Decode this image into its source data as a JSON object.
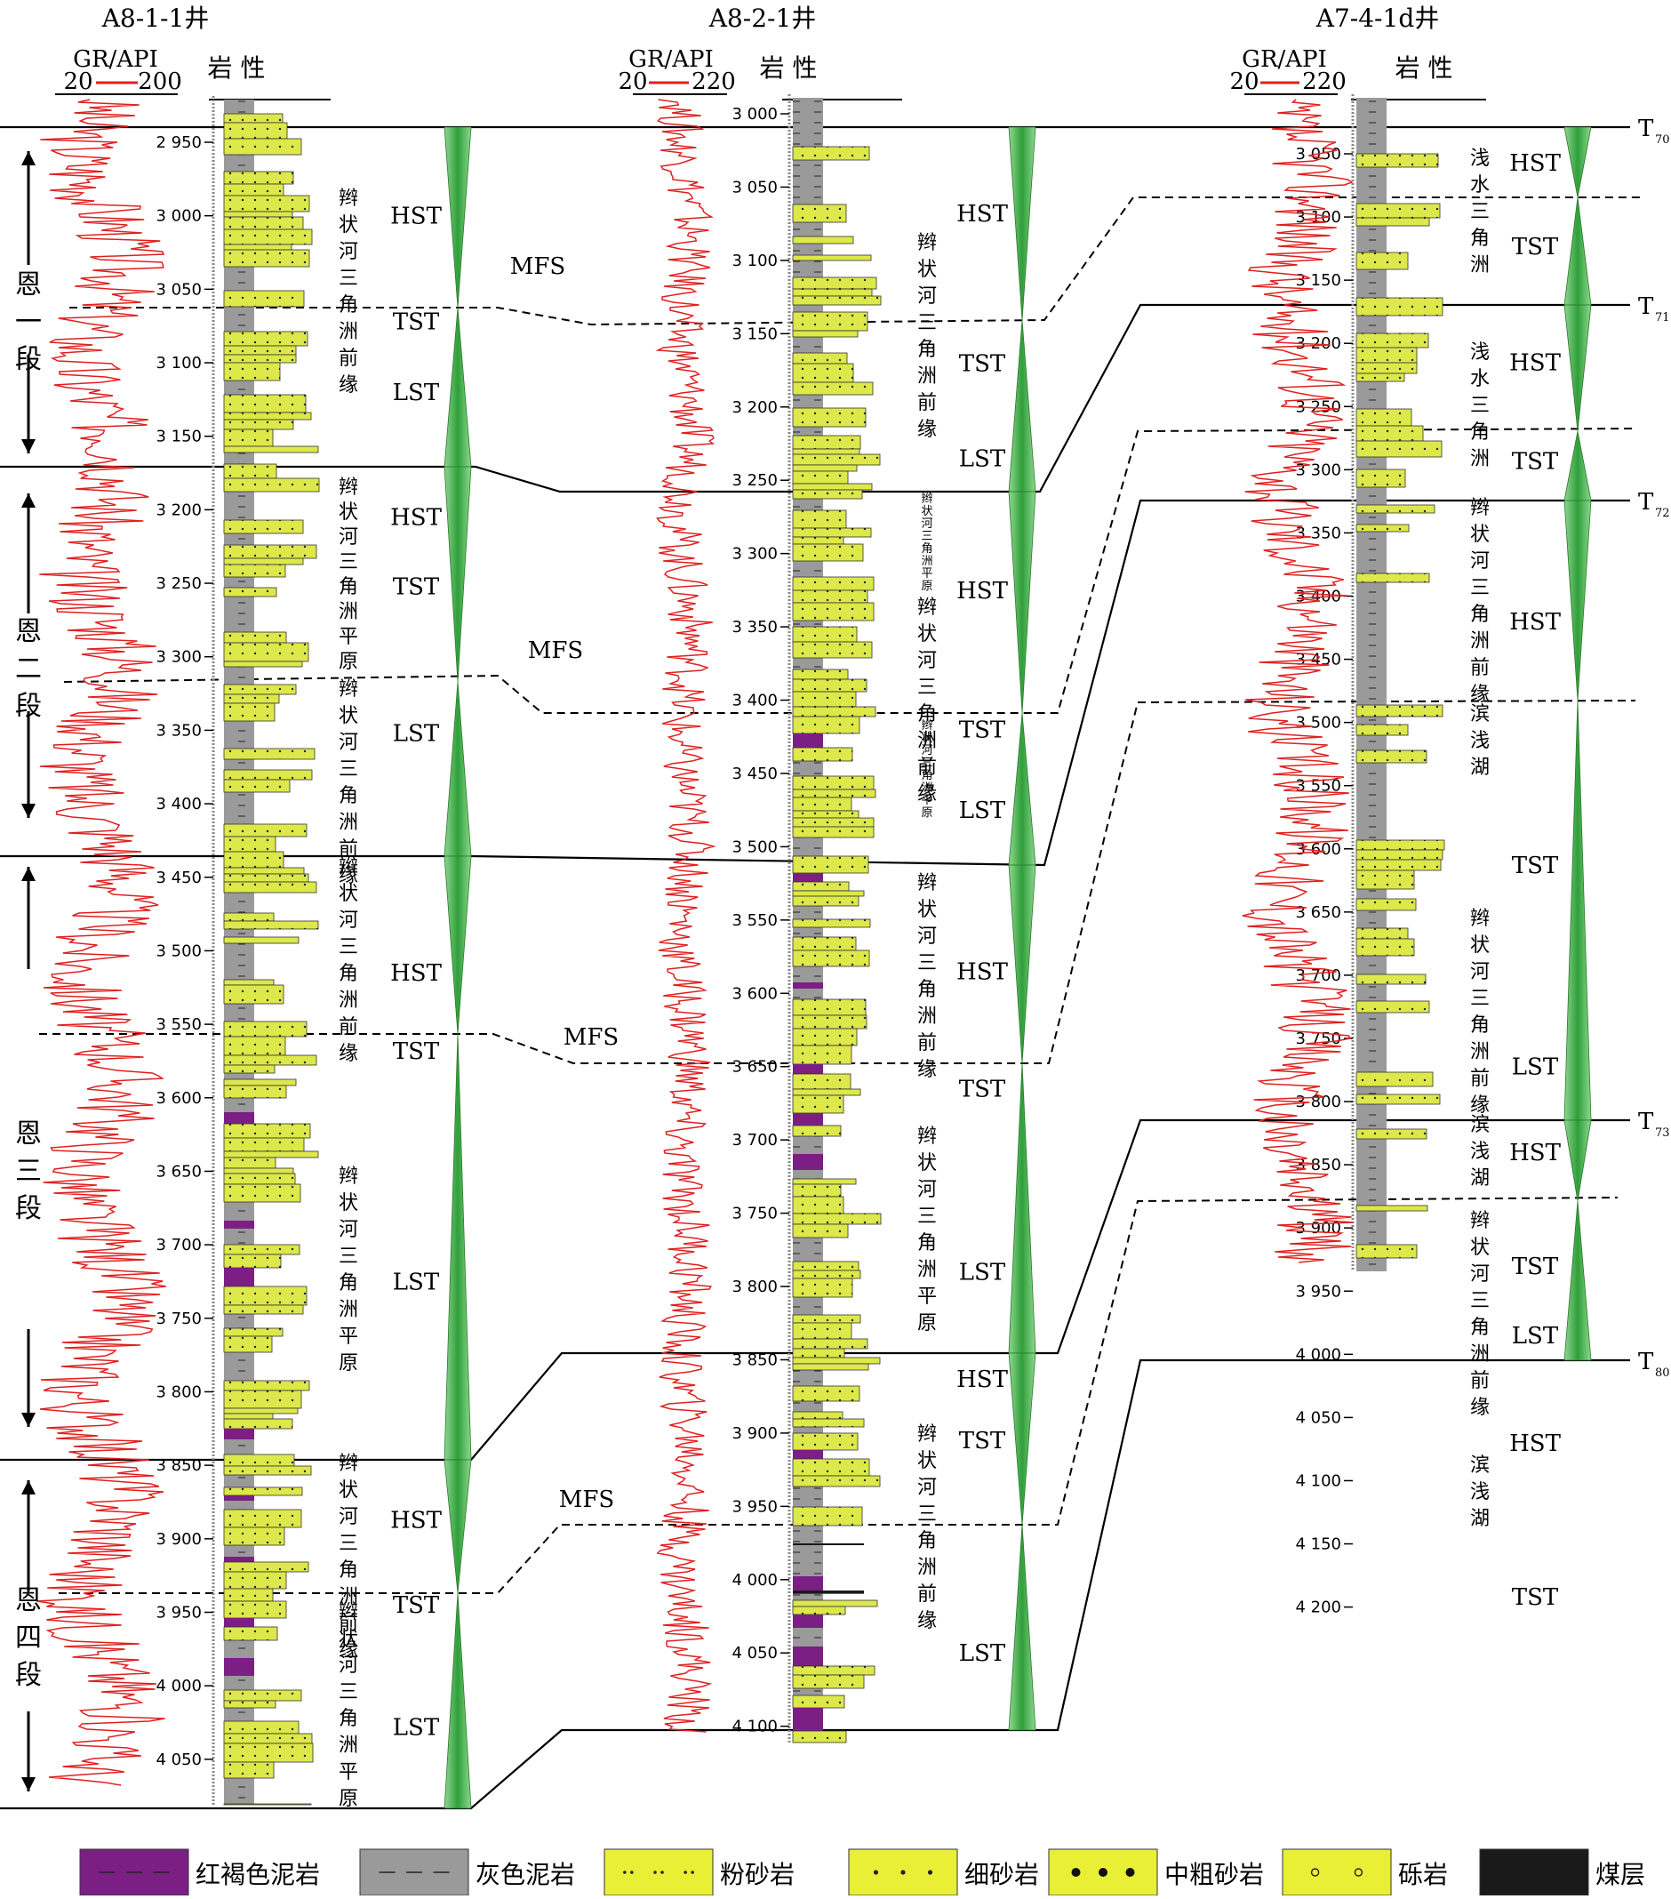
{
  "wells": [
    {
      "name": "A8-1-1井",
      "gr_label": "GR/API",
      "gr_min": "20",
      "gr_max": "200",
      "lith_label": "岩 性",
      "depths": [
        "2 950",
        "3 000",
        "3 050",
        "3 100",
        "3 150",
        "3 200",
        "3 250",
        "3 300",
        "3 350",
        "3 400",
        "3 450",
        "3 500",
        "3 550",
        "3 600",
        "3 650",
        "3 700",
        "3 750",
        "3 800",
        "3 850",
        "3 900",
        "3 950",
        "4 000",
        "4 050"
      ],
      "facies": [
        "辫状河三角洲前缘",
        "辫状河三角洲平原",
        "辫状河三角洲前缘",
        "辫状河三角洲前缘",
        "辫状河三角洲平原",
        "辫状河三角洲前缘",
        "辫状河三角洲平原"
      ],
      "systems": [
        {
          "label": "HST",
          "depth": 3000
        },
        {
          "label": "TST",
          "depth": 3072
        },
        {
          "label": "LST",
          "depth": 3120
        },
        {
          "label": "HST",
          "depth": 3205
        },
        {
          "label": "TST",
          "depth": 3252
        },
        {
          "label": "LST",
          "depth": 3352
        },
        {
          "label": "HST",
          "depth": 3515
        },
        {
          "label": "TST",
          "depth": 3568
        },
        {
          "label": "LST",
          "depth": 3725
        },
        {
          "label": "HST",
          "depth": 3887
        },
        {
          "label": "TST",
          "depth": 3945
        },
        {
          "label": "LST",
          "depth": 4028
        }
      ],
      "mfs_labels": [
        "MFS",
        "MFS",
        "MFS",
        "MFS"
      ]
    },
    {
      "name": "A8-2-1井",
      "gr_label": "GR/API",
      "gr_min": "20",
      "gr_max": "220",
      "lith_label": "岩 性",
      "depths": [
        "3 000",
        "3 050",
        "3 100",
        "3 150",
        "3 200",
        "3 250",
        "3 300",
        "3 350",
        "3 400",
        "3 450",
        "3 500",
        "3 550",
        "3 600",
        "3 650",
        "3 700",
        "3 750",
        "3 800",
        "3 850",
        "3 900",
        "3 950",
        "4 000",
        "4 050",
        "4 100"
      ],
      "facies": [
        "辫状河三角洲前缘",
        "辫状河三角洲平原",
        "辫状河三角洲前缘",
        "辫状河三角洲平原",
        "辫状河三角洲前缘",
        "辫状河三角洲平原",
        "辫状河三角洲前缘"
      ],
      "systems": [
        {
          "label": "HST",
          "depth": 3068
        },
        {
          "label": "TST",
          "depth": 3170
        },
        {
          "label": "LST",
          "depth": 3235
        },
        {
          "label": "HST",
          "depth": 3325
        },
        {
          "label": "TST",
          "depth": 3420
        },
        {
          "label": "LST",
          "depth": 3475
        },
        {
          "label": "HST",
          "depth": 3585
        },
        {
          "label": "TST",
          "depth": 3665
        },
        {
          "label": "LST",
          "depth": 3790
        },
        {
          "label": "HST",
          "depth": 3863
        },
        {
          "label": "TST",
          "depth": 3905
        },
        {
          "label": "LST",
          "depth": 4050
        }
      ]
    },
    {
      "name": "A7-4-1d井",
      "gr_label": "GR/API",
      "gr_min": "20",
      "gr_max": "220",
      "lith_label": "岩 性",
      "depths": [
        "3 050",
        "3 100",
        "3 150",
        "3 200",
        "3 250",
        "3 300",
        "3 350",
        "3 400",
        "3 450",
        "3 500",
        "3 550",
        "3 600",
        "3 650",
        "3 700",
        "3 750",
        "3 800",
        "3 850",
        "3 900",
        "3 950",
        "4 000",
        "4 050",
        "4 100",
        "4 150",
        "4 200"
      ],
      "facies": [
        "浅水三角洲",
        "浅水三角洲",
        "辫状河三角洲前缘",
        "滨浅湖",
        "辫状河三角洲前缘",
        "滨浅湖",
        "辫状河三角洲前缘",
        "滨浅湖"
      ],
      "systems": [
        {
          "label": "HST",
          "depth": 3057
        },
        {
          "label": "TST",
          "depth": 3123
        },
        {
          "label": "HST",
          "depth": 3215
        },
        {
          "label": "TST",
          "depth": 3293
        },
        {
          "label": "HST",
          "depth": 3420
        },
        {
          "label": "TST",
          "depth": 3613
        },
        {
          "label": "LST",
          "depth": 3772
        },
        {
          "label": "HST",
          "depth": 3840
        },
        {
          "label": "TST",
          "depth": 3930
        },
        {
          "label": "LST",
          "depth": 3985
        },
        {
          "label": "HST",
          "depth": 4070
        },
        {
          "label": "TST",
          "depth": 4192
        }
      ]
    }
  ],
  "members": [
    "恩一段",
    "恩二段",
    "恩三段",
    "恩四段"
  ],
  "surfaces": [
    {
      "main": "T",
      "sub": "70"
    },
    {
      "main": "T",
      "sub": "71"
    },
    {
      "main": "T",
      "sub": "72"
    },
    {
      "main": "T",
      "sub": "73"
    },
    {
      "main": "T",
      "sub": "80"
    }
  ],
  "legend": [
    {
      "label": "红褐色泥岩",
      "color": "#7b1f85",
      "pattern": "dash"
    },
    {
      "label": "灰色泥岩",
      "color": "#9a9a9a",
      "pattern": "dash"
    },
    {
      "label": "粉砂岩",
      "color": "#e9ef35",
      "pattern": "dots-small"
    },
    {
      "label": "细砂岩",
      "color": "#e9ef35",
      "pattern": "dots"
    },
    {
      "label": "中粗砂岩",
      "color": "#e9ef35",
      "pattern": "dots-big"
    },
    {
      "label": "砾岩",
      "color": "#e9ef35",
      "pattern": "circles"
    },
    {
      "label": "煤层",
      "color": "#1a1a1a",
      "pattern": "none"
    }
  ],
  "colors": {
    "gr_curve": "#e02020",
    "triangle": "#3db04a",
    "sand": "#dde84a",
    "mud_grey": "#9a9a9a",
    "mud_red": "#7b1f85"
  }
}
